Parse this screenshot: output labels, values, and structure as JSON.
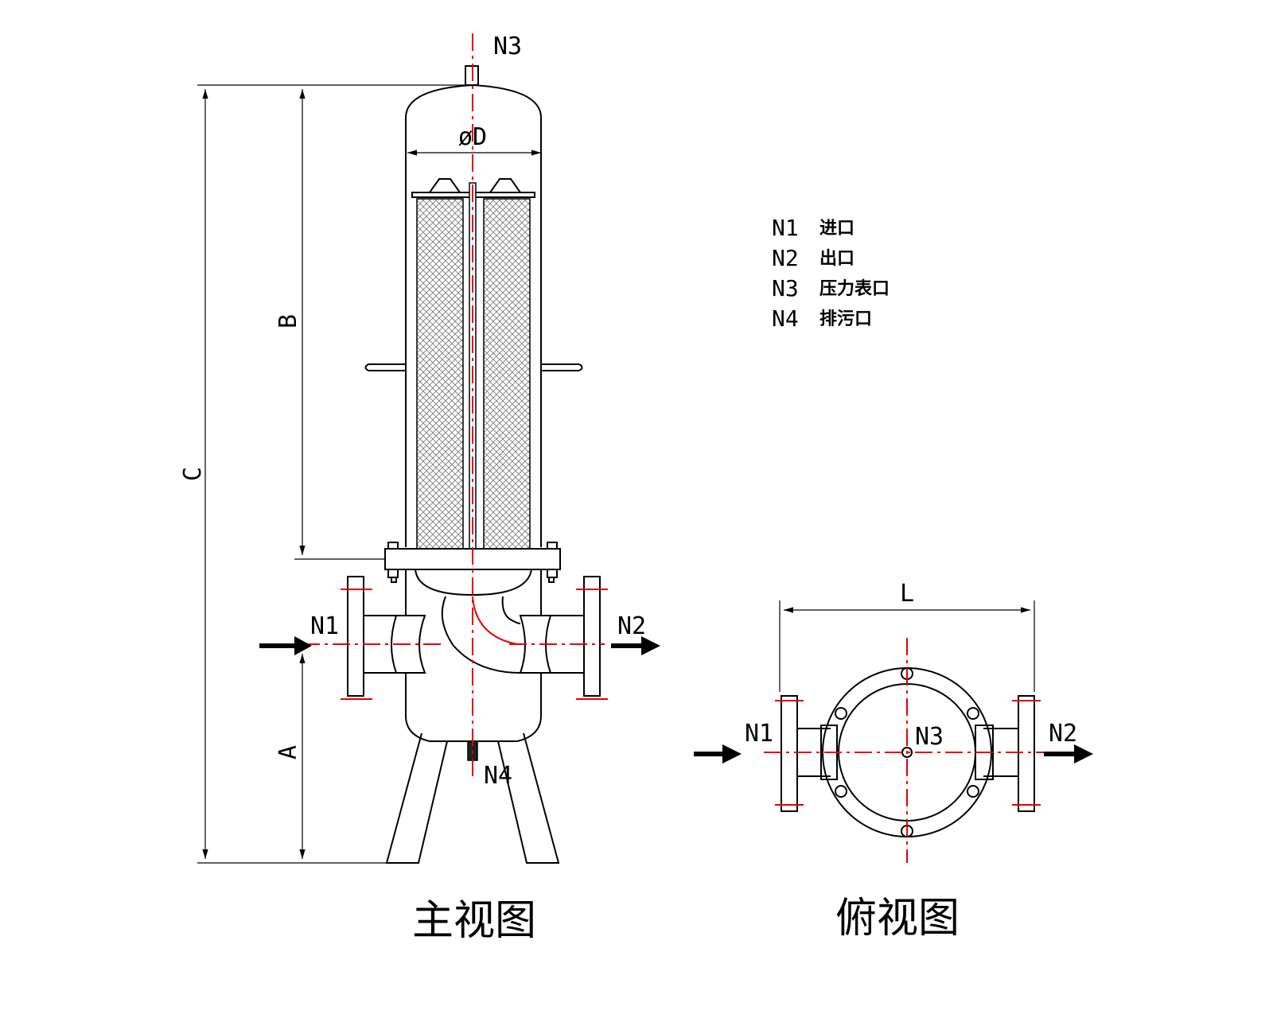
{
  "front_view": {
    "title": "主视图",
    "dimensions": {
      "A": "A",
      "B": "B",
      "C": "C",
      "D": "øD"
    },
    "nozzles": {
      "N1": "N1",
      "N2": "N2",
      "N3": "N3",
      "N4": "N4"
    }
  },
  "top_view": {
    "title": "俯视图",
    "dimension_L": "L",
    "nozzles": {
      "N1": "N1",
      "N2": "N2",
      "N3": "N3"
    }
  },
  "legend": [
    {
      "code": "N1",
      "desc": "进口"
    },
    {
      "code": "N2",
      "desc": "出口"
    },
    {
      "code": "N3",
      "desc": "压力表口"
    },
    {
      "code": "N4",
      "desc": "排污口"
    }
  ],
  "colors": {
    "outline": "#000000",
    "centerline": "#e60000"
  }
}
